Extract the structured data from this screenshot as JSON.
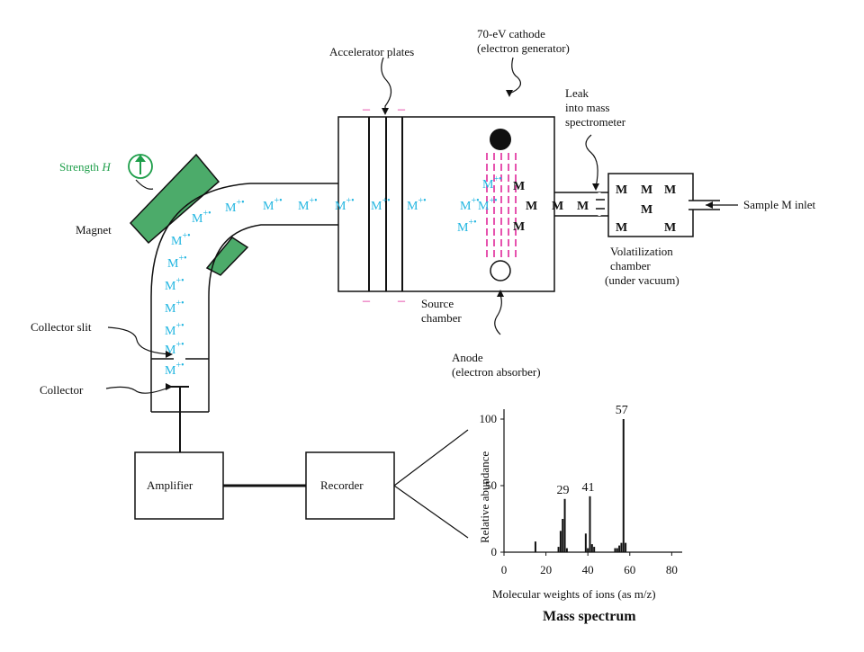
{
  "colors": {
    "ion": "#1fb5e0",
    "magnet_fill": "#4cab6a",
    "magnet_text": "#1e9e4a",
    "electron_beam": "#e0289a",
    "line": "#111111"
  },
  "labels": {
    "accelerator_plates": "Accelerator plates",
    "cathode_line1": "70-eV cathode",
    "cathode_line2": "(electron generator)",
    "leak_line1": "Leak",
    "leak_line2": "into mass",
    "leak_line3": "spectrometer",
    "strength": "Strength",
    "strength_symbol": "H",
    "magnet": "Magnet",
    "collector_slit": "Collector slit",
    "collector": "Collector",
    "sample_inlet": "Sample M inlet",
    "volatilization_line1": "Volatilization",
    "volatilization_line2": "chamber",
    "volatilization_line3": "(under vacuum)",
    "source_line1": "Source",
    "source_line2": "chamber",
    "anode_line1": "Anode",
    "anode_line2": "(electron absorber)",
    "amplifier": "Amplifier",
    "recorder": "Recorder",
    "plate_sign": "–"
  },
  "ion_symbol": {
    "base": "M",
    "charge": "+•"
  },
  "molecule_symbol": "M",
  "chart_data": {
    "type": "bar",
    "title": "Mass spectrum",
    "xlabel": "Molecular weights of ions (as m/z)",
    "ylabel": "Relative abundance",
    "xlim": [
      0,
      85
    ],
    "ylim": [
      0,
      100
    ],
    "x_ticks": [
      0,
      20,
      40,
      60,
      80
    ],
    "y_ticks": [
      0,
      50,
      100
    ],
    "peaks": [
      {
        "x": 15,
        "y": 8
      },
      {
        "x": 26,
        "y": 4
      },
      {
        "x": 27,
        "y": 16
      },
      {
        "x": 28,
        "y": 25
      },
      {
        "x": 29,
        "y": 40,
        "label": "29"
      },
      {
        "x": 30,
        "y": 3
      },
      {
        "x": 39,
        "y": 14
      },
      {
        "x": 40,
        "y": 3
      },
      {
        "x": 41,
        "y": 42,
        "label": "41"
      },
      {
        "x": 42,
        "y": 6
      },
      {
        "x": 43,
        "y": 4
      },
      {
        "x": 53,
        "y": 3
      },
      {
        "x": 54,
        "y": 3
      },
      {
        "x": 55,
        "y": 5
      },
      {
        "x": 56,
        "y": 7
      },
      {
        "x": 57,
        "y": 100,
        "label": "57"
      },
      {
        "x": 58,
        "y": 7
      }
    ]
  }
}
